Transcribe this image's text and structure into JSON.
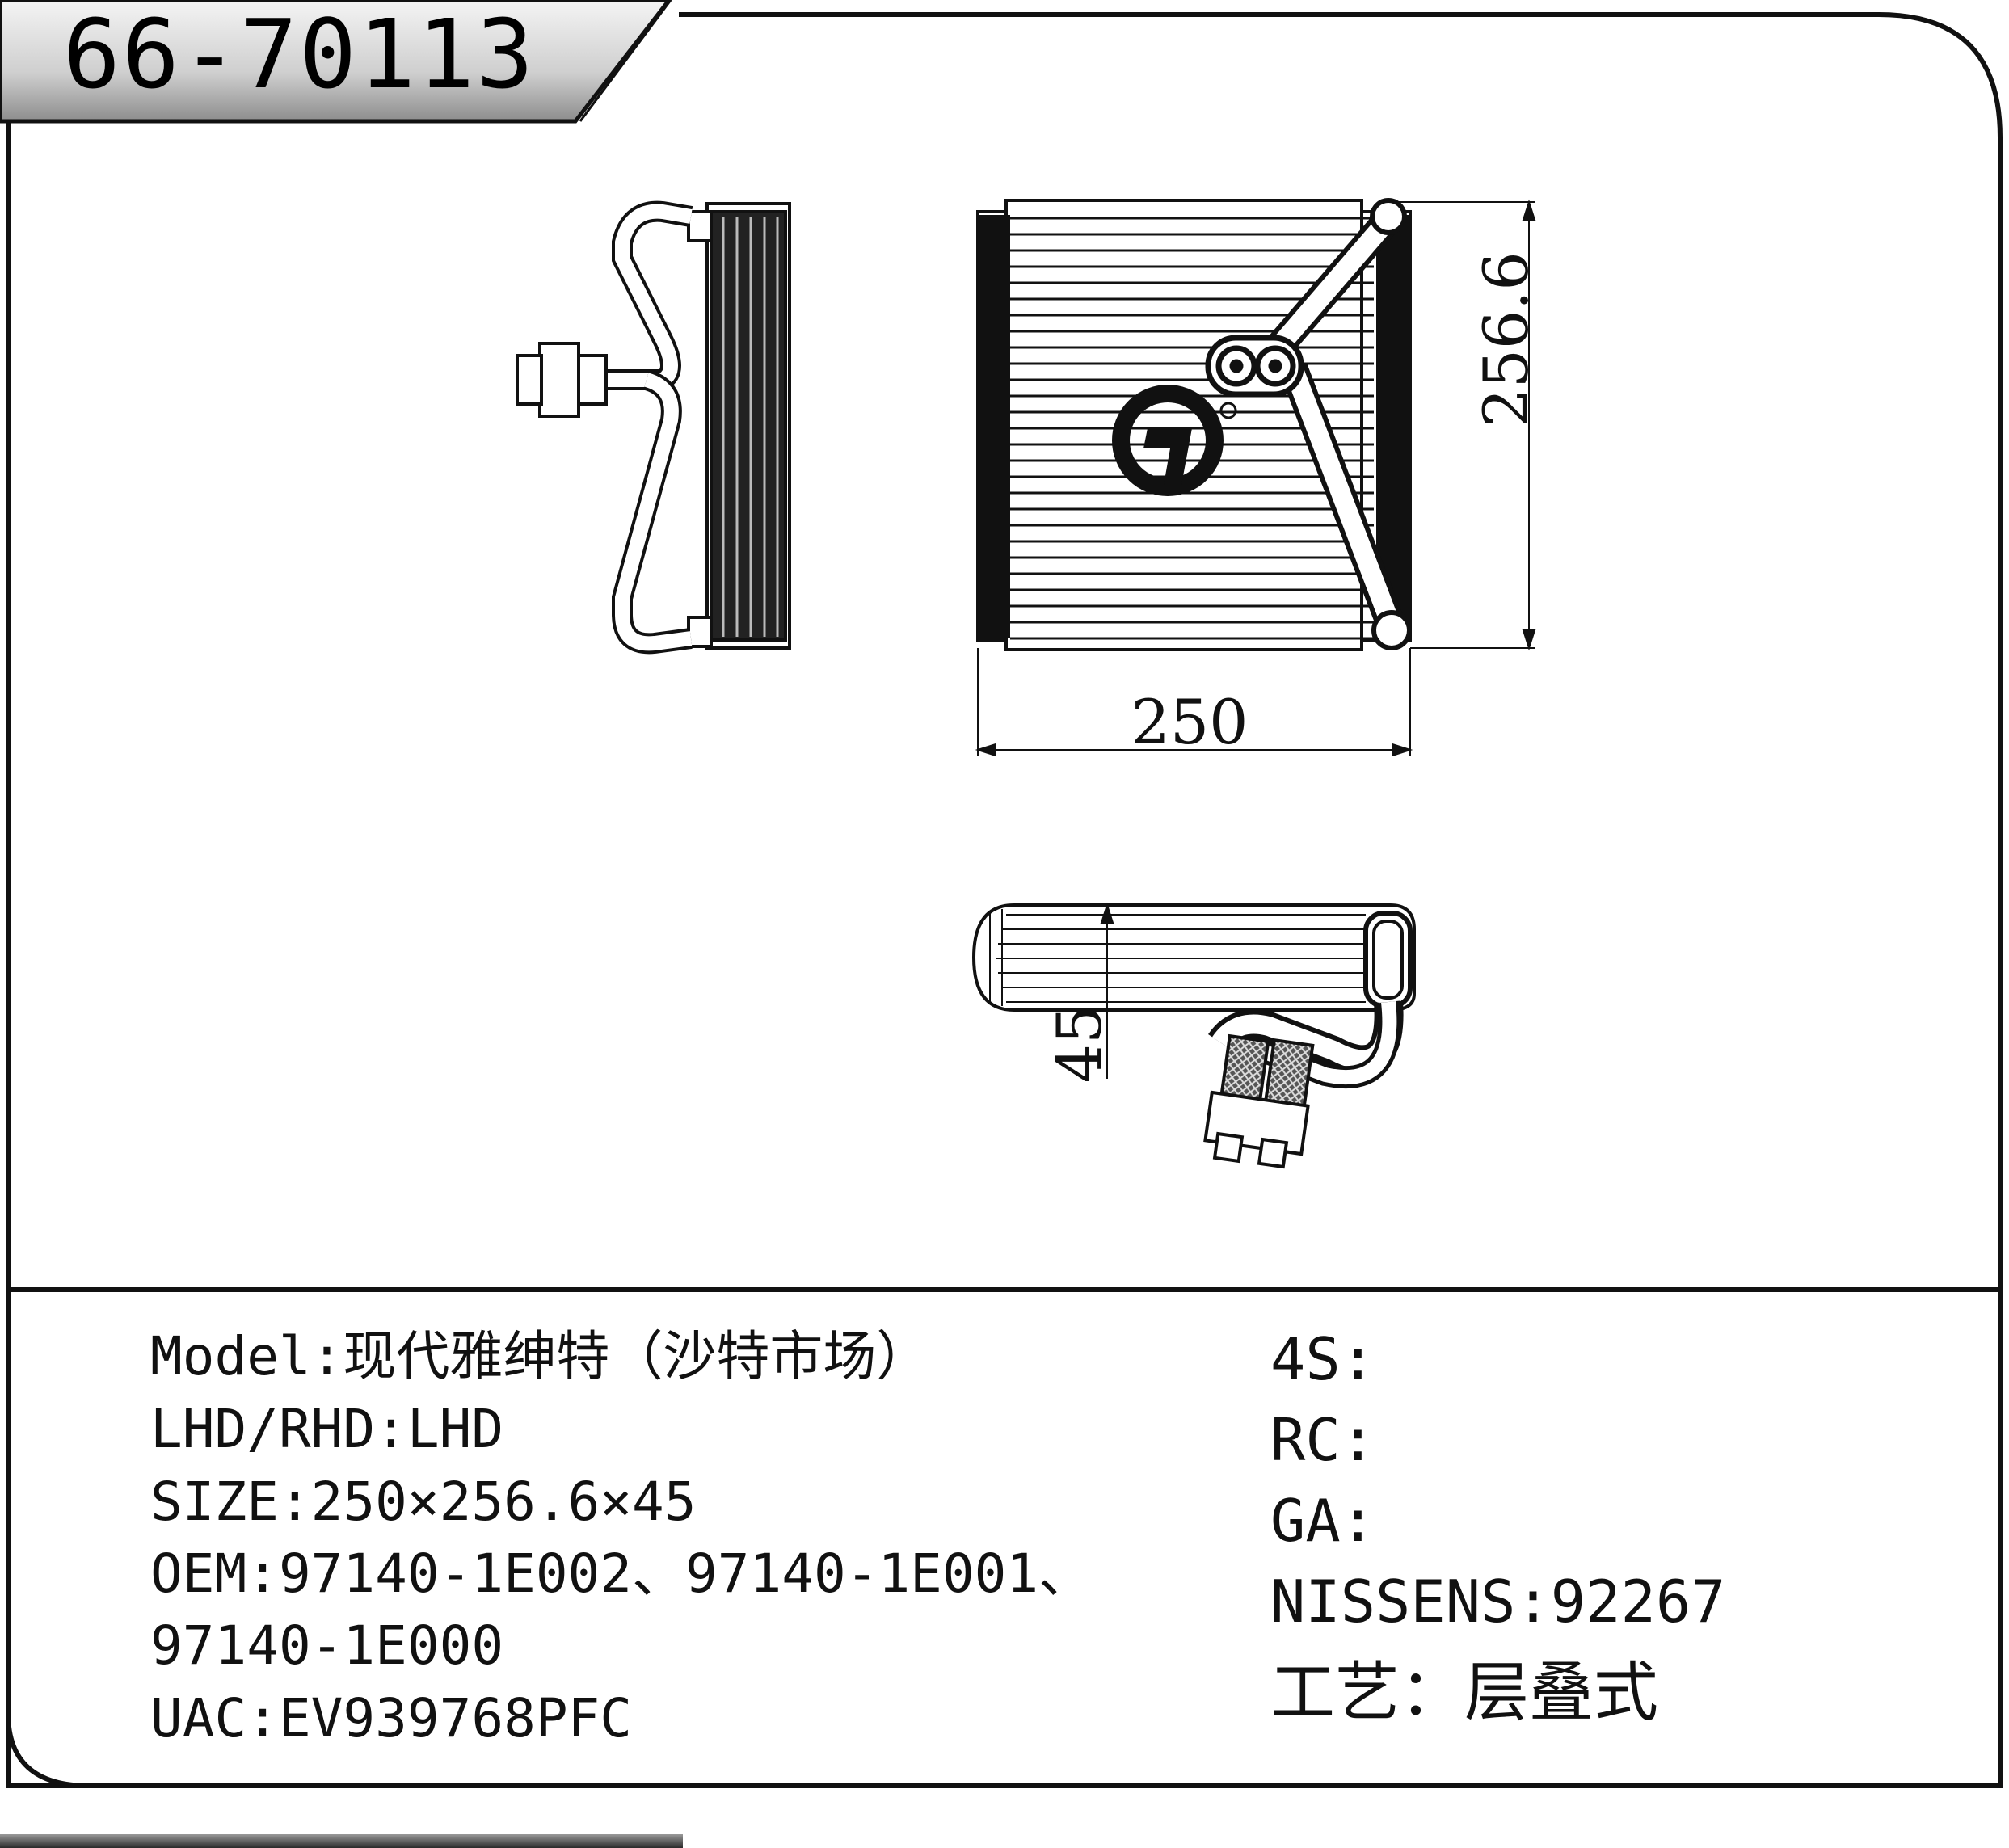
{
  "header": {
    "part_number": "66-70113"
  },
  "drawing": {
    "width_dim": "250",
    "height_dim": "256.6",
    "depth_dim": "45"
  },
  "specs_left": {
    "model": "Model:现代雅绅特（沙特市场）",
    "drive": "LHD/RHD:LHD",
    "size": "SIZE:250×256.6×45",
    "oem_line1": "OEM:97140-1E002、97140-1E001、",
    "oem_line2": "97140-1E000",
    "uac": "UAC:EV939768PFC"
  },
  "specs_right": {
    "fours": "4S:",
    "rc": "RC:",
    "ga": "GA:",
    "nissens": "NISSENS:92267",
    "process": "工艺：层叠式"
  }
}
